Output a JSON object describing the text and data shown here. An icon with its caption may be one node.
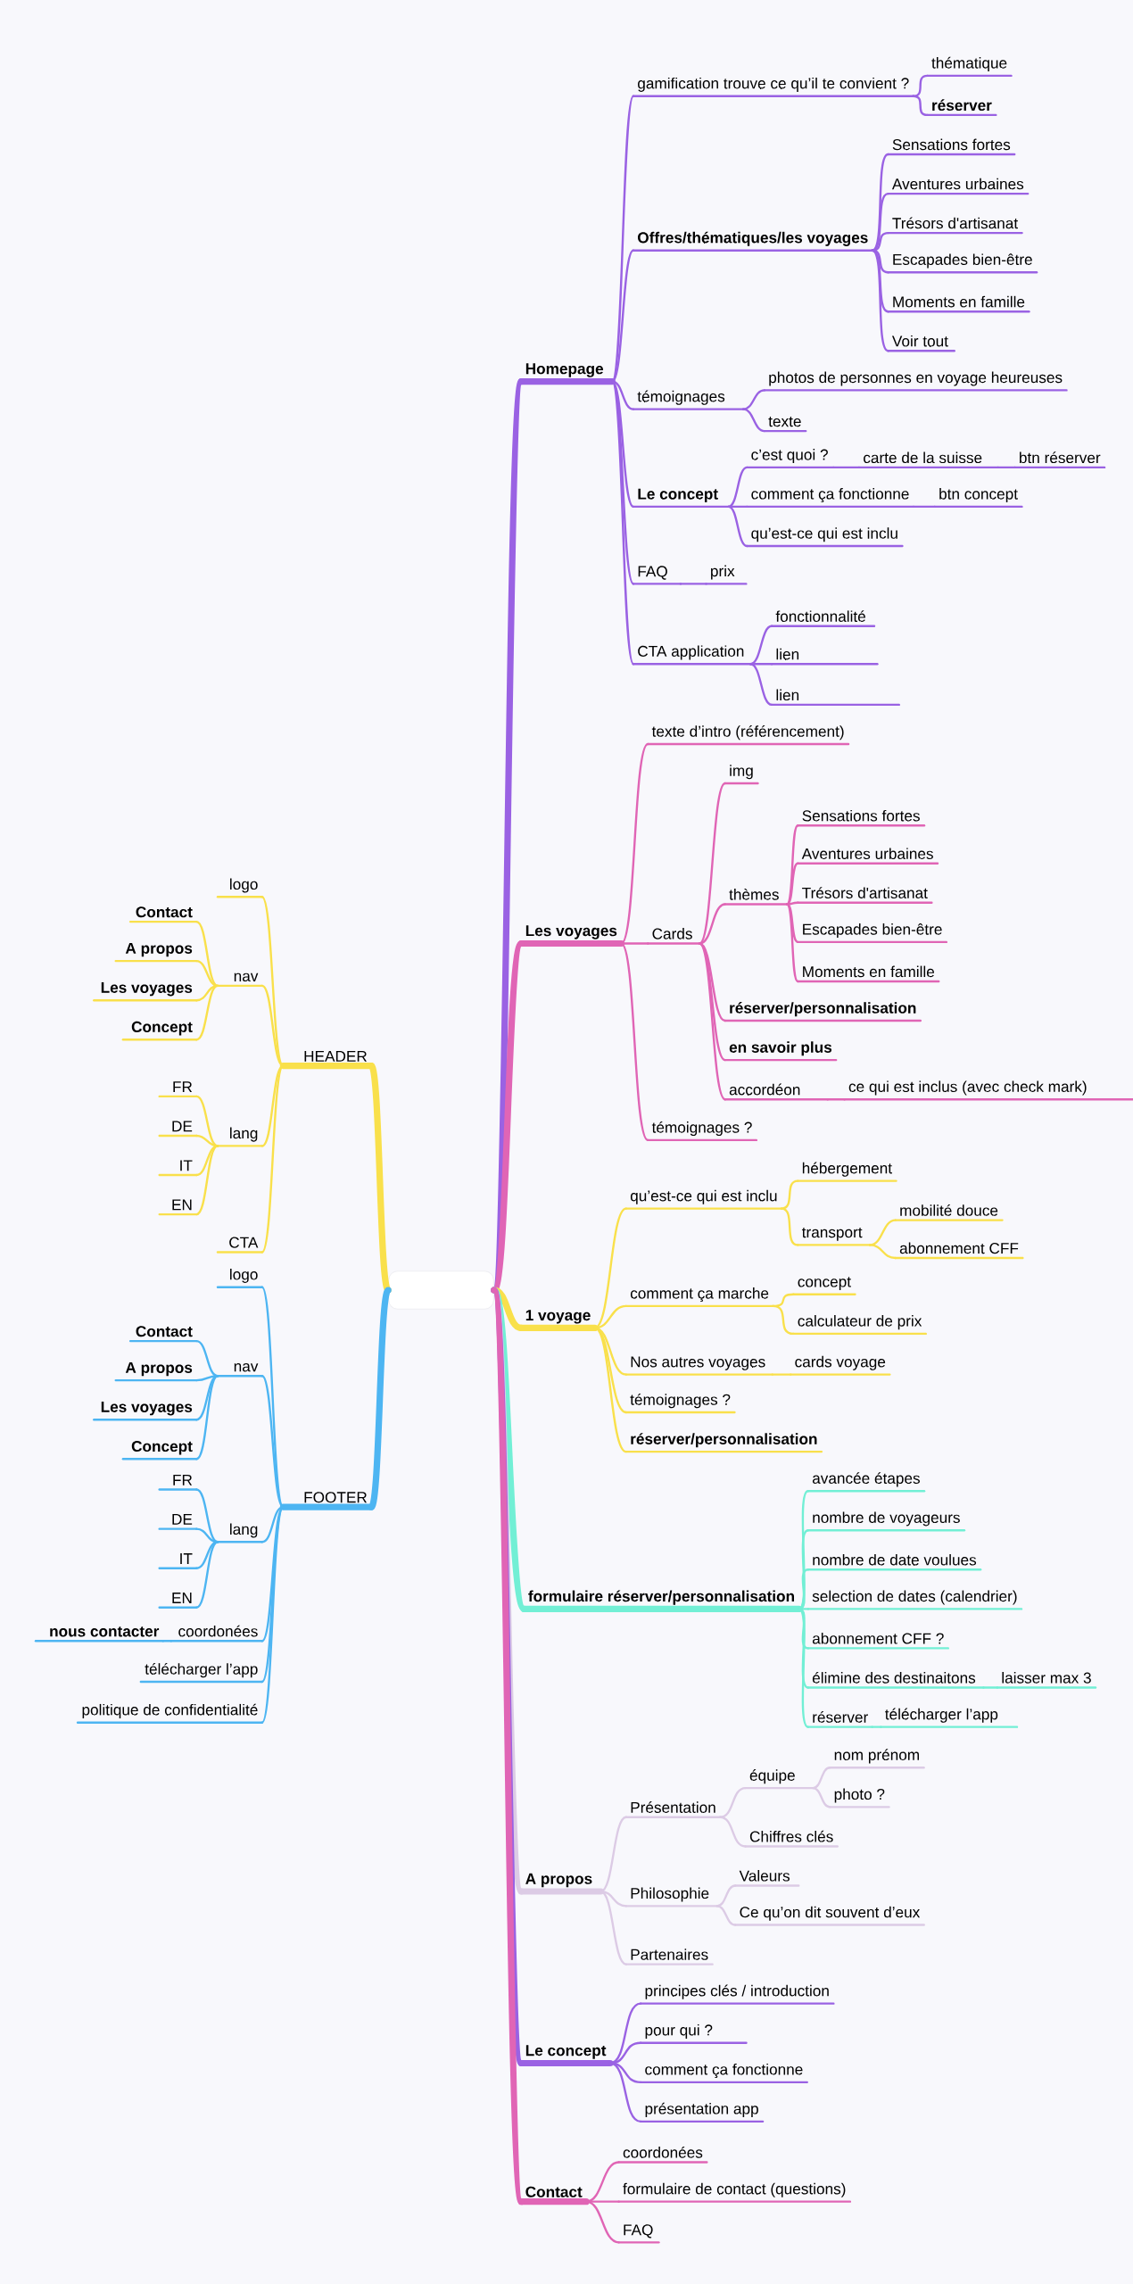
{
  "diagram": {
    "nodes": [
      {
        "text": [],
        "shape": "box"
      },
      {
        "text": [
          "Homepage"
        ]
      },
      {
        "text": [
          "gamification trouve ce qu’il te convient ?"
        ]
      },
      {
        "text": [
          "thématique"
        ]
      },
      {
        "text": [
          "réserver"
        ]
      },
      {
        "text": [
          "Offres/thématiques/les voyages"
        ]
      },
      {
        "text": [
          "Sensations fortes"
        ]
      },
      {
        "text": [
          "Aventures urbaines"
        ]
      },
      {
        "text": [
          "Trésors d'artisanat"
        ]
      },
      {
        "text": [
          "Escapades bien-être"
        ]
      },
      {
        "text": [
          "Moments en famille"
        ]
      },
      {
        "text": [
          "Voir tout"
        ]
      },
      {
        "text": [
          "témoignages"
        ]
      },
      {
        "text": [
          "photos de personnes en voyage heureuses"
        ]
      },
      {
        "text": [
          "texte"
        ]
      },
      {
        "text": [
          "Le concept"
        ]
      },
      {
        "text": [
          "c’est quoi ?"
        ]
      },
      {
        "text": [
          "carte de la suisse"
        ]
      },
      {
        "text": [
          "btn réserver"
        ]
      },
      {
        "text": [
          "comment ça fonctionne"
        ]
      },
      {
        "text": [
          "btn concept"
        ]
      },
      {
        "text": [
          "qu’est-ce qui est inclu"
        ]
      },
      {
        "text": [
          "FAQ"
        ]
      },
      {
        "text": [
          "prix"
        ]
      },
      {
        "text": [
          "CTA application"
        ]
      },
      {
        "text": [
          "fonctionnalité"
        ]
      },
      {
        "text": [
          "lien"
        ]
      },
      {
        "text": [
          "lien"
        ]
      },
      {
        "text": [
          "Les voyages"
        ]
      },
      {
        "text": [
          "texte d’intro (référencement)"
        ]
      },
      {
        "text": [
          "Cards"
        ]
      },
      {
        "text": [
          "img"
        ]
      },
      {
        "text": [
          "thèmes"
        ]
      },
      {
        "text": [
          "Sensations fortes"
        ]
      },
      {
        "text": [
          "Aventures urbaines"
        ]
      },
      {
        "text": [
          "Trésors d'artisanat"
        ]
      },
      {
        "text": [
          "Escapades bien-être"
        ]
      },
      {
        "text": [
          "Moments en famille"
        ]
      },
      {
        "text": [
          "réserver/personnalisation"
        ]
      },
      {
        "text": [
          "en savoir plus"
        ]
      },
      {
        "text": [
          "accordéon"
        ]
      },
      {
        "text": [
          "ce qui est inclus (avec check mark)"
        ]
      },
      {
        "text": [
          "témoignages ?"
        ]
      },
      {
        "text": [
          "1 voyage"
        ]
      },
      {
        "text": [
          "qu’est-ce qui est inclu"
        ]
      },
      {
        "text": [
          "hébergement"
        ]
      },
      {
        "text": [
          "transport"
        ]
      },
      {
        "text": [
          "mobilité douce"
        ]
      },
      {
        "text": [
          "abonnement CFF"
        ]
      },
      {
        "text": [
          "comment ça marche"
        ]
      },
      {
        "text": [
          "concept"
        ]
      },
      {
        "text": [
          "calculateur de prix"
        ]
      },
      {
        "text": [
          "Nos autres voyages"
        ]
      },
      {
        "text": [
          "cards voyage"
        ]
      },
      {
        "text": [
          "témoignages ?"
        ]
      },
      {
        "text": [
          "réserver/personnalisation"
        ]
      },
      {
        "text": [
          "formulaire réserver/personnalisation"
        ]
      },
      {
        "text": [
          "avancée étapes"
        ]
      },
      {
        "text": [
          "nombre de voyageurs"
        ]
      },
      {
        "text": [
          "nombre de date voulues"
        ]
      },
      {
        "text": [
          "selection de dates (calendrier)"
        ]
      },
      {
        "text": [
          "abonnement CFF ?"
        ]
      },
      {
        "text": [
          "élimine des destinaitons"
        ]
      },
      {
        "text": [
          "laisser max 3"
        ]
      },
      {
        "text": [
          "réserver"
        ]
      },
      {
        "text": [
          "télécharger l’app"
        ]
      },
      {
        "text": [
          "A propos"
        ]
      },
      {
        "text": [
          "Présentation"
        ]
      },
      {
        "text": [
          "équipe"
        ]
      },
      {
        "text": [
          "nom prénom"
        ]
      },
      {
        "text": [
          "photo ?"
        ]
      },
      {
        "text": [
          "Chiffres clés"
        ]
      },
      {
        "text": [
          "Philosophie"
        ]
      },
      {
        "text": [
          "Valeurs"
        ]
      },
      {
        "text": [
          "Ce qu’on dit souvent d’eux"
        ]
      },
      {
        "text": [
          "Partenaires"
        ]
      },
      {
        "text": [
          "Le concept"
        ]
      },
      {
        "text": [
          "principes clés / introduction"
        ]
      },
      {
        "text": [
          "pour qui ?"
        ]
      },
      {
        "text": [
          "comment ça fonctionne"
        ]
      },
      {
        "text": [
          "présentation app"
        ]
      },
      {
        "text": [
          "Contact"
        ]
      },
      {
        "text": [
          "coordonées"
        ]
      },
      {
        "text": [
          "formulaire de contact (questions)"
        ]
      },
      {
        "text": [
          "FAQ"
        ]
      },
      {
        "text": [
          "HEADER"
        ]
      },
      {
        "text": [
          "logo"
        ]
      },
      {
        "text": [
          "nav"
        ]
      },
      {
        "text": [
          "Contact"
        ]
      },
      {
        "text": [
          "A propos"
        ]
      },
      {
        "text": [
          "Les voyages"
        ]
      },
      {
        "text": [
          "Concept"
        ]
      },
      {
        "text": [
          "lang"
        ]
      },
      {
        "text": [
          "FR"
        ]
      },
      {
        "text": [
          "DE"
        ]
      },
      {
        "text": [
          "IT"
        ]
      },
      {
        "text": [
          "EN"
        ]
      },
      {
        "text": [
          "CTA"
        ]
      },
      {
        "text": [
          "FOOTER"
        ]
      },
      {
        "text": [
          "logo"
        ]
      },
      {
        "text": [
          "nav"
        ]
      },
      {
        "text": [
          "Contact"
        ]
      },
      {
        "text": [
          "A propos"
        ]
      },
      {
        "text": [
          "Les voyages"
        ]
      },
      {
        "text": [
          "Concept"
        ]
      },
      {
        "text": [
          "lang"
        ]
      },
      {
        "text": [
          "FR"
        ]
      },
      {
        "text": [
          "DE"
        ]
      },
      {
        "text": [
          "IT"
        ]
      },
      {
        "text": [
          "EN"
        ]
      },
      {
        "text": [
          "coordonées"
        ]
      },
      {
        "text": [
          "nous contacter"
        ]
      },
      {
        "text": [
          "télécharger l’app"
        ]
      },
      {
        "text": [
          "politique de confidentialité"
        ]
      }
    ],
    "edges": [
      {
        "from": 0,
        "to": 1,
        "arrow": "none",
        "style": "thick"
      },
      {
        "from": 0,
        "to": 28,
        "arrow": "none",
        "style": "thick",
        "color": "#e065b5"
      },
      {
        "from": 0,
        "to": 43,
        "arrow": "none",
        "style": "thick",
        "color": "#f9e04b"
      },
      {
        "from": 0,
        "to": 56,
        "arrow": "none",
        "style": "thick",
        "color": "#72efd5"
      },
      {
        "from": 0,
        "to": 66,
        "arrow": "none",
        "style": "thick",
        "color": "#dccbe5"
      },
      {
        "from": 0,
        "to": 76,
        "arrow": "none",
        "style": "thick"
      },
      {
        "from": 0,
        "to": 81,
        "arrow": "none",
        "style": "thick",
        "color": "#e065b5"
      },
      {
        "from": 0,
        "to": 85,
        "arrow": "none",
        "style": "thick",
        "color": "#f9e04b"
      },
      {
        "from": 0,
        "to": 98,
        "arrow": "none",
        "style": "thick",
        "color": "#4db5f2"
      },
      {
        "from": 1,
        "to": 2,
        "arrow": "none"
      },
      {
        "from": 2,
        "to": 3,
        "arrow": "none"
      },
      {
        "from": 2,
        "to": 4,
        "arrow": "none"
      },
      {
        "from": 1,
        "to": 5,
        "arrow": "none"
      },
      {
        "from": 5,
        "to": 6,
        "arrow": "none"
      },
      {
        "from": 5,
        "to": 7,
        "arrow": "none"
      },
      {
        "from": 5,
        "to": 8,
        "arrow": "none"
      },
      {
        "from": 5,
        "to": 9,
        "arrow": "none"
      },
      {
        "from": 5,
        "to": 10,
        "arrow": "none"
      },
      {
        "from": 5,
        "to": 11,
        "arrow": "none"
      },
      {
        "from": 1,
        "to": 12,
        "arrow": "none"
      },
      {
        "from": 12,
        "to": 13,
        "arrow": "none"
      },
      {
        "from": 12,
        "to": 14,
        "arrow": "none"
      },
      {
        "from": 1,
        "to": 15,
        "arrow": "none"
      },
      {
        "from": 15,
        "to": 16,
        "arrow": "none"
      },
      {
        "from": 16,
        "to": 17,
        "arrow": "none"
      },
      {
        "from": 17,
        "to": 18,
        "arrow": "none"
      },
      {
        "from": 15,
        "to": 19,
        "arrow": "none"
      },
      {
        "from": 19,
        "to": 20,
        "arrow": "none"
      },
      {
        "from": 15,
        "to": 21,
        "arrow": "none"
      },
      {
        "from": 1,
        "to": 22,
        "arrow": "none"
      },
      {
        "from": 22,
        "to": 23,
        "arrow": "none"
      },
      {
        "from": 1,
        "to": 24,
        "arrow": "none"
      },
      {
        "from": 24,
        "to": 25,
        "arrow": "none"
      },
      {
        "from": 24,
        "to": 26,
        "arrow": "none"
      },
      {
        "from": 24,
        "to": 27,
        "arrow": "none"
      },
      {
        "from": 28,
        "to": 29,
        "arrow": "none",
        "color": "#e065b5"
      },
      {
        "from": 28,
        "to": 30,
        "arrow": "none",
        "color": "#e065b5"
      },
      {
        "from": 30,
        "to": 31,
        "arrow": "none",
        "color": "#e065b5"
      },
      {
        "from": 30,
        "to": 32,
        "arrow": "none",
        "color": "#e065b5"
      },
      {
        "from": 32,
        "to": 33,
        "arrow": "none",
        "color": "#e065b5"
      },
      {
        "from": 32,
        "to": 34,
        "arrow": "none",
        "color": "#e065b5"
      },
      {
        "from": 32,
        "to": 35,
        "arrow": "none",
        "color": "#e065b5"
      },
      {
        "from": 32,
        "to": 36,
        "arrow": "none",
        "color": "#e065b5"
      },
      {
        "from": 32,
        "to": 37,
        "arrow": "none",
        "color": "#e065b5"
      },
      {
        "from": 30,
        "to": 38,
        "arrow": "none",
        "color": "#e065b5"
      },
      {
        "from": 30,
        "to": 39,
        "arrow": "none",
        "color": "#e065b5"
      },
      {
        "from": 30,
        "to": 40,
        "arrow": "none",
        "color": "#e065b5"
      },
      {
        "from": 40,
        "to": 41,
        "arrow": "none",
        "color": "#e065b5"
      },
      {
        "from": 28,
        "to": 42,
        "arrow": "none",
        "color": "#e065b5"
      },
      {
        "from": 43,
        "to": 44,
        "arrow": "none",
        "color": "#f9e04b"
      },
      {
        "from": 44,
        "to": 45,
        "arrow": "none",
        "color": "#f9e04b"
      },
      {
        "from": 44,
        "to": 46,
        "arrow": "none",
        "color": "#f9e04b"
      },
      {
        "from": 46,
        "to": 47,
        "arrow": "none",
        "color": "#f9e04b"
      },
      {
        "from": 46,
        "to": 48,
        "arrow": "none",
        "color": "#f9e04b"
      },
      {
        "from": 43,
        "to": 49,
        "arrow": "none",
        "color": "#f9e04b"
      },
      {
        "from": 49,
        "to": 50,
        "arrow": "none",
        "color": "#f9e04b"
      },
      {
        "from": 49,
        "to": 51,
        "arrow": "none",
        "color": "#f9e04b"
      },
      {
        "from": 43,
        "to": 52,
        "arrow": "none",
        "color": "#f9e04b"
      },
      {
        "from": 52,
        "to": 53,
        "arrow": "none",
        "color": "#f9e04b"
      },
      {
        "from": 43,
        "to": 54,
        "arrow": "none",
        "color": "#f9e04b"
      },
      {
        "from": 43,
        "to": 55,
        "arrow": "none",
        "color": "#f9e04b"
      },
      {
        "from": 56,
        "to": 57,
        "arrow": "none",
        "color": "#72efd5"
      },
      {
        "from": 56,
        "to": 58,
        "arrow": "none",
        "color": "#72efd5"
      },
      {
        "from": 56,
        "to": 59,
        "arrow": "none",
        "color": "#72efd5"
      },
      {
        "from": 56,
        "to": 60,
        "arrow": "none",
        "color": "#72efd5"
      },
      {
        "from": 56,
        "to": 61,
        "arrow": "none",
        "color": "#72efd5"
      },
      {
        "from": 56,
        "to": 62,
        "arrow": "none",
        "color": "#72efd5"
      },
      {
        "from": 62,
        "to": 63,
        "arrow": "none",
        "color": "#72efd5"
      },
      {
        "from": 56,
        "to": 64,
        "arrow": "none",
        "color": "#72efd5"
      },
      {
        "from": 64,
        "to": 65,
        "arrow": "none",
        "color": "#72efd5"
      },
      {
        "from": 66,
        "to": 67,
        "arrow": "none",
        "color": "#dccbe5"
      },
      {
        "from": 67,
        "to": 68,
        "arrow": "none",
        "color": "#dccbe5"
      },
      {
        "from": 68,
        "to": 69,
        "arrow": "none",
        "color": "#dccbe5"
      },
      {
        "from": 68,
        "to": 70,
        "arrow": "none",
        "color": "#dccbe5"
      },
      {
        "from": 67,
        "to": 71,
        "arrow": "none",
        "color": "#dccbe5"
      },
      {
        "from": 66,
        "to": 72,
        "arrow": "none",
        "color": "#dccbe5"
      },
      {
        "from": 72,
        "to": 73,
        "arrow": "none",
        "color": "#dccbe5"
      },
      {
        "from": 72,
        "to": 74,
        "arrow": "none",
        "color": "#dccbe5"
      },
      {
        "from": 66,
        "to": 75,
        "arrow": "none",
        "color": "#dccbe5"
      },
      {
        "from": 76,
        "to": 77,
        "arrow": "none"
      },
      {
        "from": 76,
        "to": 78,
        "arrow": "none"
      },
      {
        "from": 76,
        "to": 79,
        "arrow": "none"
      },
      {
        "from": 76,
        "to": 80,
        "arrow": "none"
      },
      {
        "from": 81,
        "to": 82,
        "arrow": "none",
        "color": "#e065b5"
      },
      {
        "from": 81,
        "to": 83,
        "arrow": "none",
        "color": "#e065b5"
      },
      {
        "from": 81,
        "to": 84,
        "arrow": "none",
        "color": "#e065b5"
      },
      {
        "from": 85,
        "to": 86,
        "arrow": "none",
        "color": "#f9e04b"
      },
      {
        "from": 85,
        "to": 87,
        "arrow": "none",
        "color": "#f9e04b"
      },
      {
        "from": 87,
        "to": 88,
        "arrow": "none",
        "color": "#f9e04b"
      },
      {
        "from": 87,
        "to": 89,
        "arrow": "none",
        "color": "#f9e04b"
      },
      {
        "from": 87,
        "to": 90,
        "arrow": "none",
        "color": "#f9e04b"
      },
      {
        "from": 87,
        "to": 91,
        "arrow": "none",
        "color": "#f9e04b"
      },
      {
        "from": 85,
        "to": 92,
        "arrow": "none",
        "color": "#f9e04b"
      },
      {
        "from": 92,
        "to": 93,
        "arrow": "none",
        "color": "#f9e04b"
      },
      {
        "from": 92,
        "to": 94,
        "arrow": "none",
        "color": "#f9e04b"
      },
      {
        "from": 92,
        "to": 95,
        "arrow": "none",
        "color": "#f9e04b"
      },
      {
        "from": 92,
        "to": 96,
        "arrow": "none",
        "color": "#f9e04b"
      },
      {
        "from": 85,
        "to": 97,
        "arrow": "none",
        "color": "#f9e04b"
      },
      {
        "from": 98,
        "to": 99,
        "arrow": "none",
        "color": "#4db5f2"
      },
      {
        "from": 98,
        "to": 100,
        "arrow": "none",
        "color": "#4db5f2"
      },
      {
        "from": 100,
        "to": 101,
        "arrow": "none",
        "color": "#4db5f2"
      },
      {
        "from": 100,
        "to": 102,
        "arrow": "none",
        "color": "#4db5f2"
      },
      {
        "from": 100,
        "to": 103,
        "arrow": "none",
        "color": "#4db5f2"
      },
      {
        "from": 100,
        "to": 104,
        "arrow": "none",
        "color": "#4db5f2"
      },
      {
        "from": 98,
        "to": 105,
        "arrow": "none",
        "color": "#4db5f2"
      },
      {
        "from": 105,
        "to": 106,
        "arrow": "none",
        "color": "#4db5f2"
      },
      {
        "from": 105,
        "to": 107,
        "arrow": "none",
        "color": "#4db5f2"
      },
      {
        "from": 105,
        "to": 108,
        "arrow": "none",
        "color": "#4db5f2"
      },
      {
        "from": 105,
        "to": 109,
        "arrow": "none",
        "color": "#4db5f2"
      },
      {
        "from": 98,
        "to": 110,
        "arrow": "none",
        "color": "#4db5f2"
      },
      {
        "from": 110,
        "to": 111,
        "arrow": "none",
        "color": "#4db5f2"
      },
      {
        "from": 98,
        "to": 112,
        "arrow": "none",
        "color": "#4db5f2"
      },
      {
        "from": 98,
        "to": 113,
        "arrow": "none",
        "color": "#4db5f2"
      }
    ]
  }
}
